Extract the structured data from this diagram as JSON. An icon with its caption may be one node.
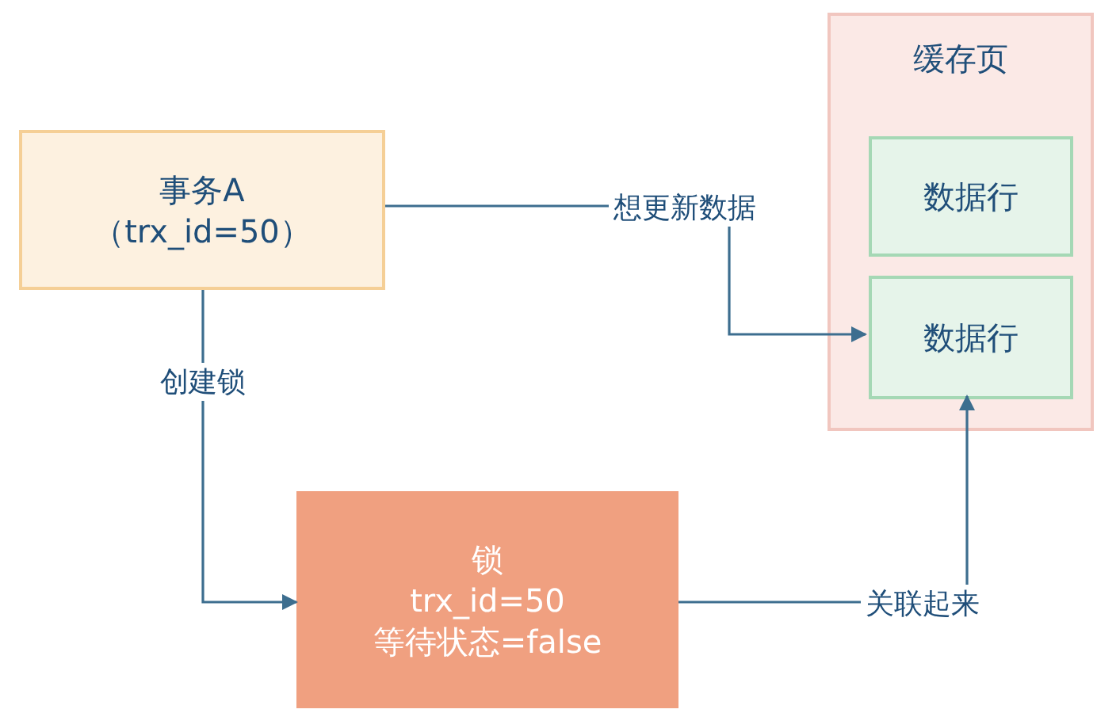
{
  "diagram": {
    "nodes": [
      {
        "text": [
          "事务A",
          "（trx_id=50）"
        ]
      },
      {
        "text": [
          "缓存页"
        ]
      },
      {
        "text": [
          "数据行"
        ],
        "in": 1
      },
      {
        "text": [
          "数据行"
        ],
        "in": 1
      },
      {
        "text": [
          "锁",
          "trx_id=50",
          "等待状态=false"
        ]
      }
    ],
    "edges": [
      {
        "from": 0,
        "to": 3,
        "arrow": "to",
        "label": "想更新数据"
      },
      {
        "from": 0,
        "to": 4,
        "arrow": "to",
        "label": "创建锁"
      },
      {
        "from": 4,
        "to": 3,
        "arrow": "to",
        "label": "关联起来"
      }
    ]
  }
}
